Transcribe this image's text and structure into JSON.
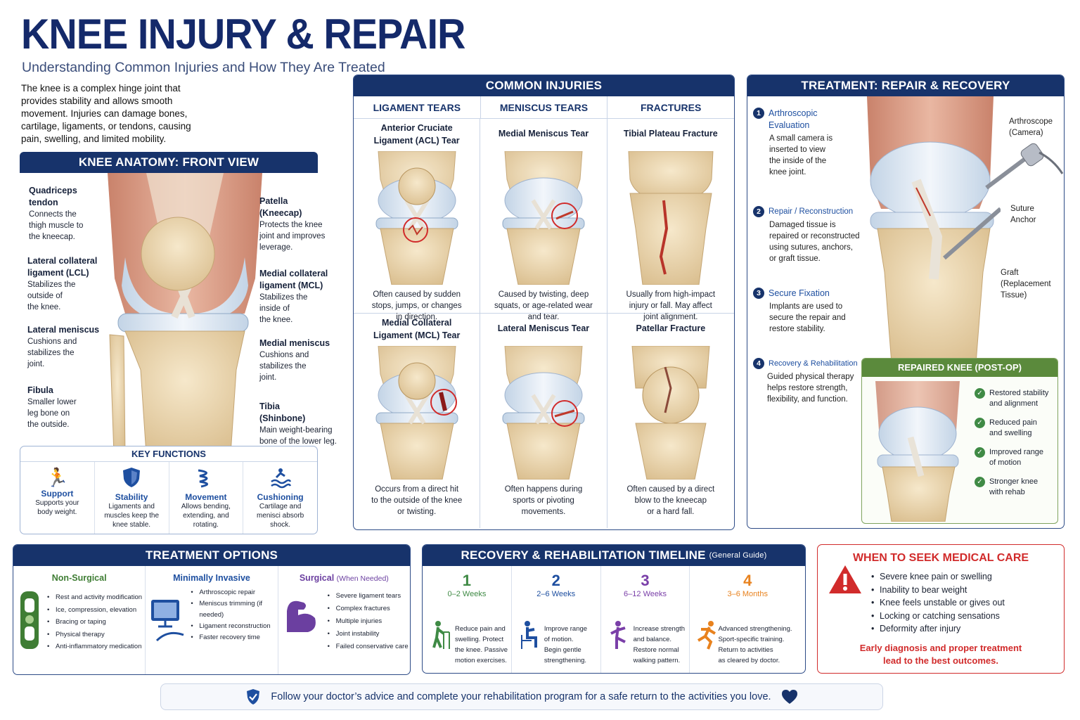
{
  "title": "KNEE INJURY & REPAIR",
  "subtitle": "Understanding Common Injuries and How They Are Treated",
  "intro": [
    "The knee is a complex hinge joint that",
    "provides stability and allows smooth",
    "movement. Injuries can damage bones,",
    "cartilage, ligaments, or tendons, causing",
    "pain, swelling, and limited mobility."
  ],
  "anatomy": {
    "header": "KNEE ANATOMY: FRONT VIEW",
    "labels": [
      {
        "title": [
          "Quadriceps",
          "tendon"
        ],
        "desc": [
          "Connects the",
          "thigh muscle to",
          "the kneecap."
        ]
      },
      {
        "title": [
          "Lateral collateral",
          "ligament (LCL)"
        ],
        "desc": [
          "Stabilizes the",
          "outside of",
          "the knee."
        ]
      },
      {
        "title": [
          "Lateral meniscus"
        ],
        "desc": [
          "Cushions and",
          "stabilizes the",
          "joint."
        ]
      },
      {
        "title": [
          "Fibula"
        ],
        "desc": [
          "Smaller lower",
          "leg bone on",
          "the outside."
        ]
      },
      {
        "title": [
          "Patella",
          "(Kneecap)"
        ],
        "desc": [
          "Protects the knee",
          "joint and improves",
          "leverage."
        ]
      },
      {
        "title": [
          "Medial collateral",
          "ligament (MCL)"
        ],
        "desc": [
          "Stabilizes the",
          "inside of",
          "the knee."
        ]
      },
      {
        "title": [
          "Medial meniscus"
        ],
        "desc": [
          "Cushions and",
          "stabilizes the",
          "joint."
        ]
      },
      {
        "title": [
          "Tibia",
          "(Shinbone)"
        ],
        "desc": [
          "Main weight-bearing",
          "bone of the lower leg."
        ]
      }
    ]
  },
  "key_functions": {
    "header": "KEY FUNCTIONS",
    "items": [
      {
        "icon": "running-person-icon",
        "title": "Support",
        "desc": [
          "Supports your",
          "body weight."
        ]
      },
      {
        "icon": "shield-icon",
        "title": "Stability",
        "desc": [
          "Ligaments and",
          "muscles keep the",
          "knee stable."
        ]
      },
      {
        "icon": "wave-motion-icon",
        "title": "Movement",
        "desc": [
          "Allows bending,",
          "extending, and",
          "rotating."
        ]
      },
      {
        "icon": "swimmer-icon",
        "title": "Cushioning",
        "desc": [
          "Cartilage and",
          "menisci absorb",
          "shock."
        ]
      }
    ]
  },
  "injuries": {
    "header": "COMMON INJURIES",
    "columns": [
      "LIGAMENT TEARS",
      "MENISCUS TEARS",
      "FRACTURES"
    ],
    "cells": [
      {
        "title": [
          "Anterior Cruciate",
          "Ligament (ACL) Tear"
        ],
        "desc": [
          "Often caused by sudden",
          "stops, jumps, or changes",
          "in direction."
        ]
      },
      {
        "title": [
          "Medial Meniscus Tear"
        ],
        "desc": [
          "Caused by twisting, deep",
          "squats, or age-related wear",
          "and tear."
        ]
      },
      {
        "title": [
          "Tibial Plateau Fracture"
        ],
        "desc": [
          "Usually from high-impact",
          "injury or fall. May affect",
          "joint alignment."
        ]
      },
      {
        "title": [
          "Medial Collateral",
          "Ligament (MCL) Tear"
        ],
        "desc": [
          "Occurs from a direct hit",
          "to the outside of the knee",
          "or twisting."
        ]
      },
      {
        "title": [
          "Lateral Meniscus Tear"
        ],
        "desc": [
          "Often happens during",
          "sports or pivoting",
          "movements."
        ]
      },
      {
        "title": [
          "Patellar Fracture"
        ],
        "desc": [
          "Often caused by a direct",
          "blow to the kneecap",
          "or a hard fall."
        ]
      }
    ]
  },
  "treatment_repair": {
    "header": "TREATMENT: REPAIR & RECOVERY",
    "steps": [
      {
        "num": "1",
        "title": [
          "Arthroscopic",
          "Evaluation"
        ],
        "desc": [
          "A small camera is",
          "inserted to view",
          "the inside of the",
          "knee joint."
        ]
      },
      {
        "num": "2",
        "title": [
          "Repair / Reconstruction"
        ],
        "desc": [
          "Damaged tissue is",
          "repaired or reconstructed",
          "using sutures, anchors,",
          "or graft tissue."
        ]
      },
      {
        "num": "3",
        "title": [
          "Secure Fixation"
        ],
        "desc": [
          "Implants are used to",
          "secure the repair and",
          "restore stability."
        ]
      },
      {
        "num": "4",
        "title": [
          "Recovery & Rehabilitation"
        ],
        "desc": [
          "Guided physical therapy",
          "helps restore strength,",
          "flexibility, and function."
        ]
      }
    ],
    "callouts": [
      {
        "lines": [
          "Arthroscope",
          "(Camera)"
        ]
      },
      {
        "lines": [
          "Suture",
          "Anchor"
        ]
      },
      {
        "lines": [
          "Graft",
          "(Replacement",
          "Tissue)"
        ]
      }
    ],
    "postop_header": "REPAIRED KNEE (POST-OP)",
    "postop": [
      [
        "Restored stability",
        "and alignment"
      ],
      [
        "Reduced pain",
        "and swelling"
      ],
      [
        "Improved range",
        "of motion"
      ],
      [
        "Stronger knee",
        "with rehab"
      ]
    ]
  },
  "treatment_options": {
    "header": "TREATMENT OPTIONS",
    "groups": [
      {
        "title": "Non-Surgical",
        "note": "",
        "color": "#3f7d34",
        "icon": "knee-brace-icon",
        "items": [
          "Rest and activity modification",
          "Ice, compression, elevation",
          "Bracing or taping",
          "Physical therapy",
          "Anti-inflammatory medication"
        ]
      },
      {
        "title": "Minimally Invasive",
        "note": "",
        "color": "#1e4fa0",
        "icon": "arthroscopy-monitor-icon",
        "items": [
          "Arthroscopic repair",
          "Meniscus trimming (if needed)",
          "Ligament reconstruction",
          "Faster recovery time"
        ]
      },
      {
        "title": "Surgical",
        "note": "(When Needed)",
        "color": "#6b3fa0",
        "icon": "strong-arm-icon",
        "items": [
          "Severe ligament tears",
          "Complex fractures",
          "Multiple injuries",
          "Joint instability",
          "Failed conservative care"
        ]
      }
    ]
  },
  "timeline": {
    "header": "RECOVERY & REHABILITATION TIMELINE",
    "header_note": "(General Guide)",
    "phases": [
      {
        "num": "1",
        "period": "0–2 Weeks",
        "color": "#3f8a45",
        "icon": "walker-person-icon",
        "desc": [
          "Reduce pain and",
          "swelling. Protect",
          "the knee. Passive",
          "motion exercises."
        ]
      },
      {
        "num": "2",
        "period": "2–6 Weeks",
        "color": "#1e4fa0",
        "icon": "seated-exercise-icon",
        "desc": [
          "Improve range",
          "of motion.",
          "Begin gentle",
          "strengthening."
        ]
      },
      {
        "num": "3",
        "period": "6–12 Weeks",
        "color": "#7a3fa8",
        "icon": "balance-person-icon",
        "desc": [
          "Increase strength",
          "and balance.",
          "Restore normal",
          "walking pattern."
        ]
      },
      {
        "num": "4",
        "period": "3–6 Months",
        "color": "#e8821e",
        "icon": "runner-icon",
        "desc": [
          "Advanced strengthening.",
          "Sport-specific training.",
          "Return to activities",
          "as cleared by doctor."
        ]
      }
    ]
  },
  "seek_care": {
    "header": "WHEN TO SEEK MEDICAL CARE",
    "items": [
      "Severe knee pain or swelling",
      "Inability to bear weight",
      "Knee feels unstable or gives out",
      "Locking or catching sensations",
      "Deformity after injury"
    ],
    "footer": [
      "Early diagnosis and proper treatment",
      "lead to the best outcomes."
    ]
  },
  "footer_note": "Follow your doctor’s advice and complete your rehabilitation program for a safe return to the activities you love.",
  "colors": {
    "navy": "#17336b",
    "red": "#d12b2b",
    "green": "#5b8a3c",
    "bone": "#ecd9b4"
  }
}
